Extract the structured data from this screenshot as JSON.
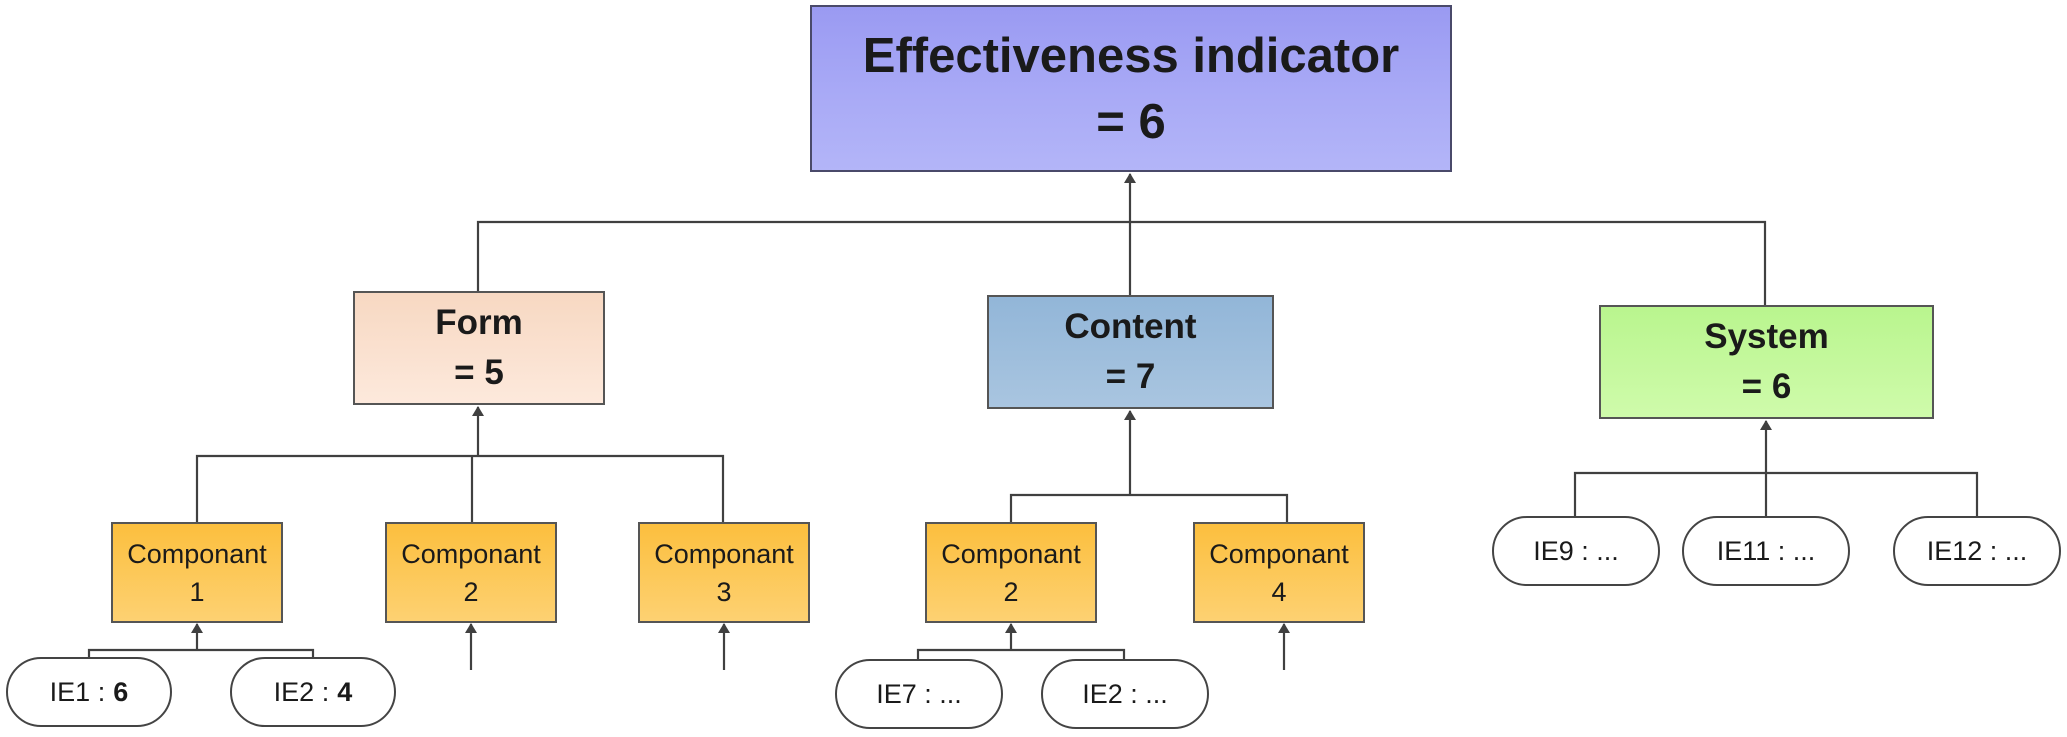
{
  "root": {
    "title": "Effectiveness indicator",
    "value": "= 6"
  },
  "dimensions": {
    "form": {
      "title": "Form",
      "value": "= 5"
    },
    "content": {
      "title": "Content",
      "value": "= 7"
    },
    "system": {
      "title": "System",
      "value": "= 6"
    }
  },
  "components": {
    "form_c1": {
      "label": "Componant",
      "num": "1"
    },
    "form_c2": {
      "label": "Componant",
      "num": "2"
    },
    "form_c3": {
      "label": "Componant",
      "num": "3"
    },
    "content_c2": {
      "label": "Componant",
      "num": "2"
    },
    "content_c4": {
      "label": "Componant",
      "num": "4"
    }
  },
  "indicators": {
    "ie1": {
      "label": "IE1 :",
      "value": "6"
    },
    "ie2_form": {
      "label": "IE2 :",
      "value": "4"
    },
    "ie7": {
      "label": "IE7 : ..."
    },
    "ie2_content": {
      "label": "IE2 : ..."
    },
    "ie9": {
      "label": "IE9 : ..."
    },
    "ie11": {
      "label": "IE11 : ..."
    },
    "ie12": {
      "label": "IE12 : ..."
    }
  },
  "colors": {
    "root": "#a9aaf6",
    "form": "#fbe4d5",
    "content": "#9dbedc",
    "system": "#c6f99d",
    "component": "#fdc453",
    "line": "#404040"
  }
}
